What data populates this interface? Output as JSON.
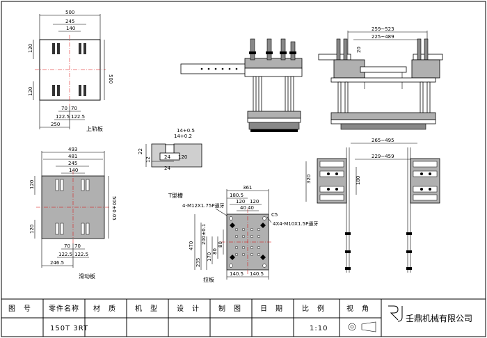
{
  "top_plate": {
    "label": "上轨板",
    "dims": {
      "w500": "500",
      "w245": "245",
      "w140": "140",
      "h120a": "120",
      "h500": "500",
      "h120b": "120",
      "w70a": "70",
      "w70b": "70",
      "w1225a": "122.5",
      "w1225b": "122.5",
      "w250": "250"
    }
  },
  "slide_plate": {
    "label": "滑动板",
    "dims": {
      "w493": "493",
      "w481": "481",
      "w245": "245",
      "w140": "140",
      "h120a": "120",
      "h500": "500±0.05",
      "h120b": "120",
      "w70a": "70",
      "w70b": "70",
      "w1225a": "122.5",
      "w1225b": "122.5",
      "w2465": "246.5"
    }
  },
  "t_slot": {
    "label": "T型槽",
    "dims": {
      "d22": "22",
      "d12": "12",
      "d14p": "14+0.5",
      "d14": "14+0.2",
      "d24": "24",
      "d24b": "24",
      "d120": "120"
    }
  },
  "pull_plate": {
    "label": "拉板",
    "dims": {
      "w361": "361",
      "w1805": "180.5",
      "w120a": "120",
      "w120b": "120",
      "w40a": "40",
      "w40b": "40",
      "h470": "470",
      "h200": "200±0.1",
      "h235": "235",
      "h170": "170",
      "h80a": "80",
      "h80b": "80",
      "w1405a": "140.5",
      "w1405b": "140.5"
    },
    "notes": {
      "m12": "4-M12X1.75P通牙",
      "m10": "4X4-M10X1.5P通牙",
      "c5": "C5"
    }
  },
  "side_view": {
    "dims": {
      "d259": "259~523",
      "d225": "225~489",
      "d20": "20"
    }
  },
  "bottom_view": {
    "dims": {
      "d265": "265~495",
      "d229": "229~459",
      "d320": "320",
      "d180": "180"
    }
  },
  "title_block": {
    "headers": [
      "图　号",
      "零件名称",
      "材　质",
      "机　型",
      "设　计",
      "制　图",
      "日　期",
      "比　例",
      "视　角"
    ],
    "values": [
      "",
      "150T 3RT",
      "",
      "",
      "",
      "",
      "",
      "1:10",
      ""
    ],
    "company": "壬鼎机械有限公司",
    "logo": "RJ"
  }
}
